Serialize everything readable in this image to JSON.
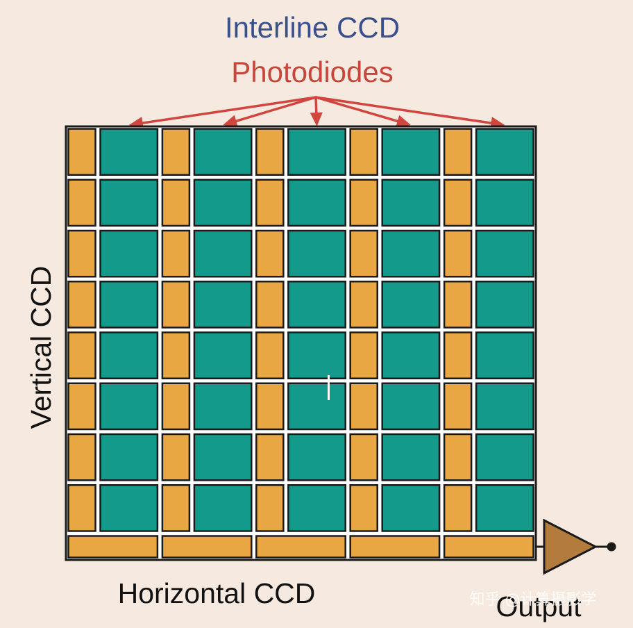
{
  "diagram": {
    "title": "Interline CCD",
    "photodiodes_label": "Photodiodes",
    "vertical_label": "Vertical CCD",
    "horizontal_label": "Horizontal CCD",
    "output_label": "Output",
    "watermark": "知乎 @计算摄影学",
    "rows": 8,
    "columns": 5,
    "colors": {
      "background": "#f6e9df",
      "title": "#3a4f8e",
      "photodiodes_label": "#c8453a",
      "arrow": "#d0453d",
      "photodiode": "#139a8a",
      "ccd_register": "#e9a744",
      "grid_line": "#ffffff",
      "border": "#1a1a1a",
      "amplifier": "#b37b3c"
    }
  }
}
